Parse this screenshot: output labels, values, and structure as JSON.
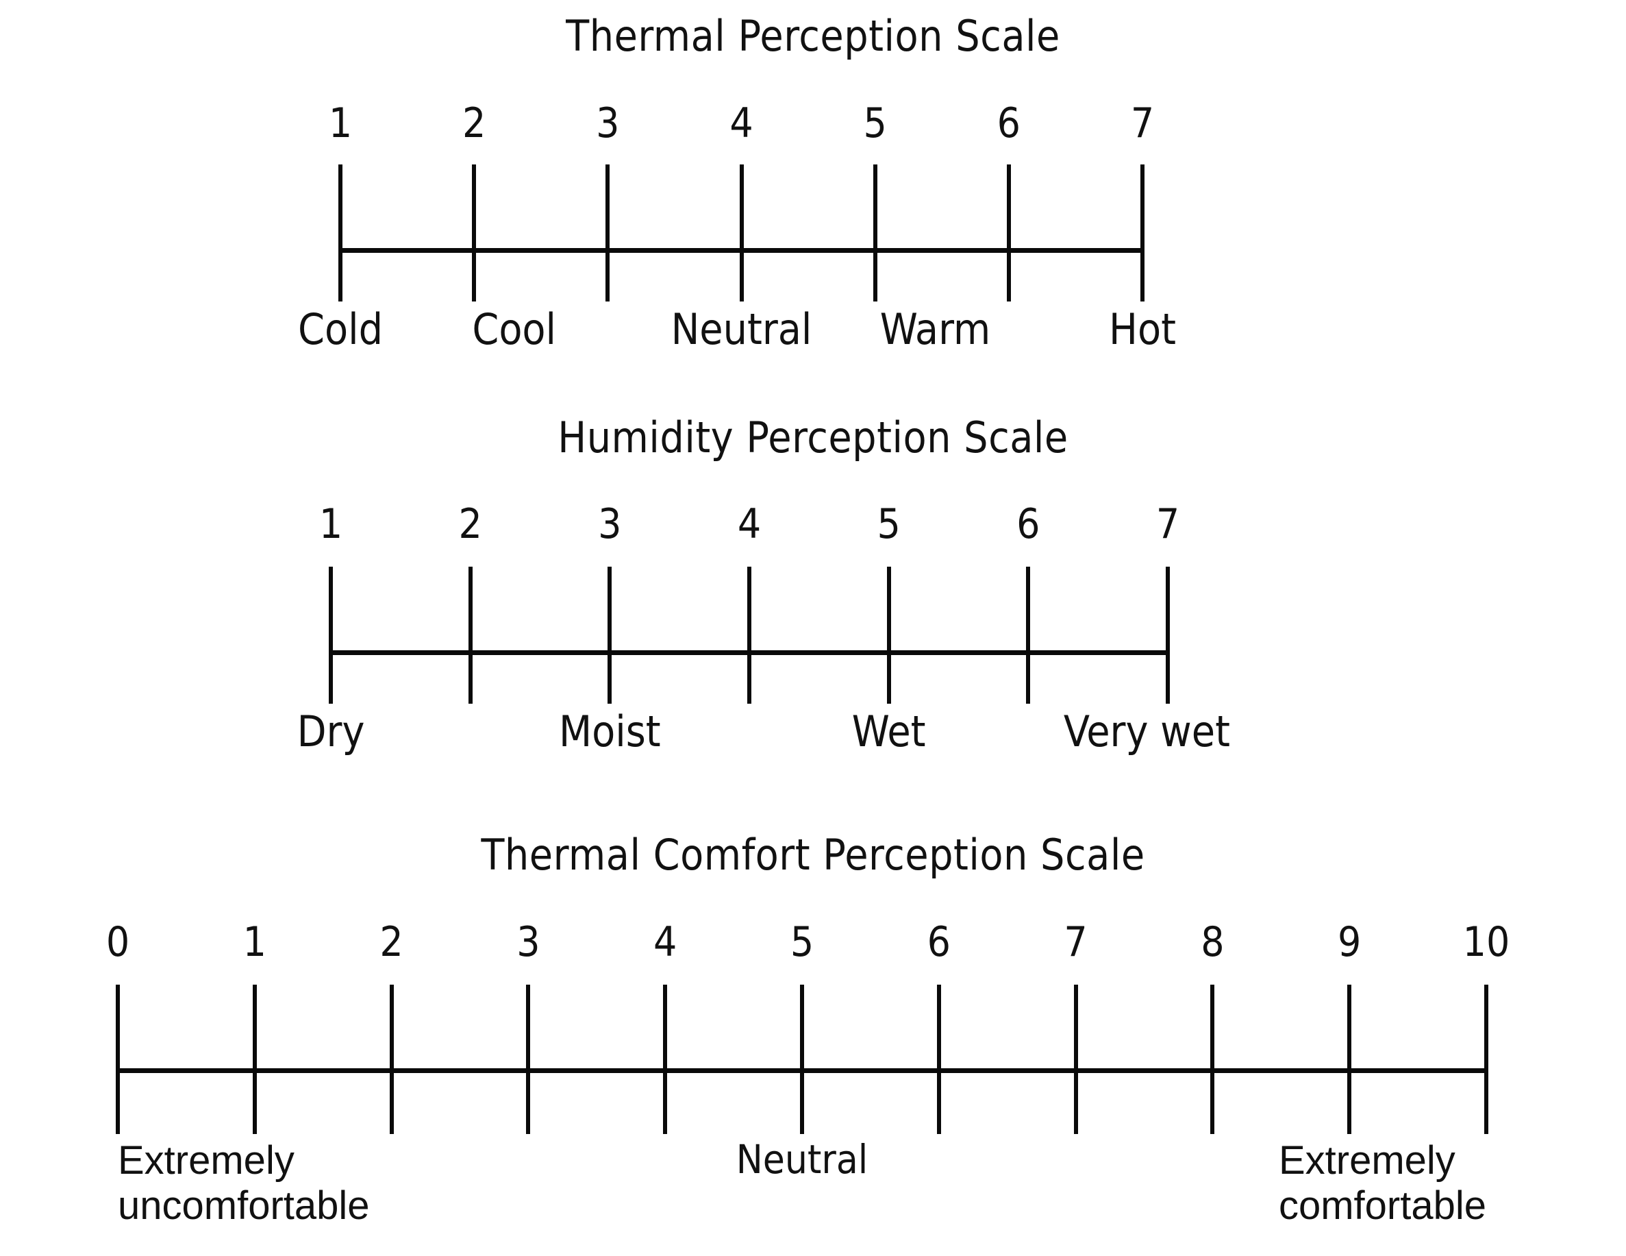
{
  "figure": {
    "background_color": "#ffffff",
    "ink_color": "#0a0a0a"
  },
  "chart_data": [
    {
      "type": "scale",
      "id": "thermal-perception-scale",
      "title": "Thermal Perception Scale",
      "ticks": [
        "1",
        "2",
        "3",
        "4",
        "5",
        "6",
        "7"
      ],
      "values": [
        1,
        2,
        3,
        4,
        5,
        6,
        7
      ],
      "xlim": [
        1,
        7
      ],
      "anchors": [
        {
          "label": "Cold",
          "at": 1.0
        },
        {
          "label": "Cool",
          "at": 2.3
        },
        {
          "label": "Neutral",
          "at": 4.0
        },
        {
          "label": "Warm",
          "at": 5.45
        },
        {
          "label": "Hot",
          "at": 7.0
        }
      ],
      "grid": false,
      "legend": "none"
    },
    {
      "type": "scale",
      "id": "humidity-perception-scale",
      "title": "Humidity Perception Scale",
      "ticks": [
        "1",
        "2",
        "3",
        "4",
        "5",
        "6",
        "7"
      ],
      "values": [
        1,
        2,
        3,
        4,
        5,
        6,
        7
      ],
      "xlim": [
        1,
        7
      ],
      "anchors": [
        {
          "label": "Dry",
          "at": 1.0
        },
        {
          "label": "Moist",
          "at": 3.0
        },
        {
          "label": "Wet",
          "at": 5.0
        },
        {
          "label": "Very wet",
          "at": 6.85
        }
      ],
      "grid": false,
      "legend": "none"
    },
    {
      "type": "scale",
      "id": "thermal-comfort-perception-scale",
      "title": "Thermal Comfort Perception Scale",
      "ticks": [
        "0",
        "1",
        "2",
        "3",
        "4",
        "5",
        "6",
        "7",
        "8",
        "9",
        "10"
      ],
      "values": [
        0,
        1,
        2,
        3,
        4,
        5,
        6,
        7,
        8,
        9,
        10
      ],
      "xlim": [
        0,
        10
      ],
      "anchors": [
        {
          "label": "Extremely\nuncomfortable",
          "at": 0.0,
          "align": "left",
          "multiline": true
        },
        {
          "label": "Neutral",
          "at": 5.0
        },
        {
          "label": "Extremely\ncomfortable",
          "at": 10.0,
          "align": "right",
          "multiline": true
        }
      ],
      "grid": false,
      "legend": "none"
    }
  ],
  "scales": [
    {
      "title": "Thermal Perception Scale",
      "tick_numbers": [
        "1",
        "2",
        "3",
        "4",
        "5",
        "6",
        "7"
      ],
      "anchor_labels": [
        "Cold",
        "Cool",
        "Neutral",
        "Warm",
        "Hot"
      ]
    },
    {
      "title": "Humidity Perception Scale",
      "tick_numbers": [
        "1",
        "2",
        "3",
        "4",
        "5",
        "6",
        "7"
      ],
      "anchor_labels": [
        "Dry",
        "Moist",
        "Wet",
        "Very wet"
      ]
    },
    {
      "title": "Thermal Comfort Perception Scale",
      "tick_numbers": [
        "0",
        "1",
        "2",
        "3",
        "4",
        "5",
        "6",
        "7",
        "8",
        "9",
        "10"
      ],
      "anchor_labels": [
        "Extremely uncomfortable",
        "Neutral",
        "Extremely comfortable"
      ]
    }
  ]
}
